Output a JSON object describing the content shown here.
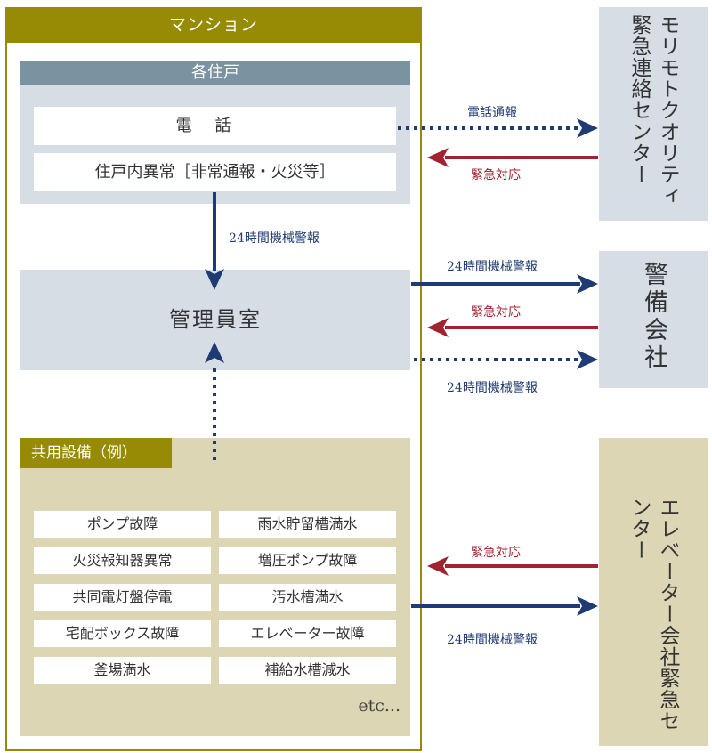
{
  "mansion": {
    "title": "マンション"
  },
  "units": {
    "title": "各住戸",
    "phone": "電話",
    "abnormal": "住戸内異常［非常通報・火災等］",
    "to_manager_label": "24時間機械警報"
  },
  "manager_room": {
    "label": "管理員室"
  },
  "common": {
    "title": "共用設備（例）",
    "items": [
      "ポンプ故障",
      "雨水貯留槽満水",
      "火災報知器異常",
      "増圧ポンプ故障",
      "共同電灯盤停電",
      "汚水槽満水",
      "宅配ボックス故障",
      "エレベーター故障",
      "釜場満水",
      "補給水槽減水"
    ],
    "etc": "etc..."
  },
  "centers": {
    "morimoto": "モリモトクオリティ緊急連絡センター",
    "security": "警備会社",
    "elevator": "エレベーター会社緊急センター"
  },
  "flows": {
    "phone_report": "電話通報",
    "emergency_response_1": "緊急対応",
    "alarm_to_security": "24時間機械警報",
    "emergency_response_2": "緊急対応",
    "alarm_to_security_dotted": "24時間機械警報",
    "emergency_response_3": "緊急対応",
    "alarm_to_elevator": "24時間機械警報"
  },
  "colors": {
    "olive": "#978a05",
    "navy": "#1f3b73",
    "red": "#a0232f",
    "slate": "#7a93a0",
    "lightblue": "#d7dde5",
    "beige": "#ddd6b4"
  }
}
